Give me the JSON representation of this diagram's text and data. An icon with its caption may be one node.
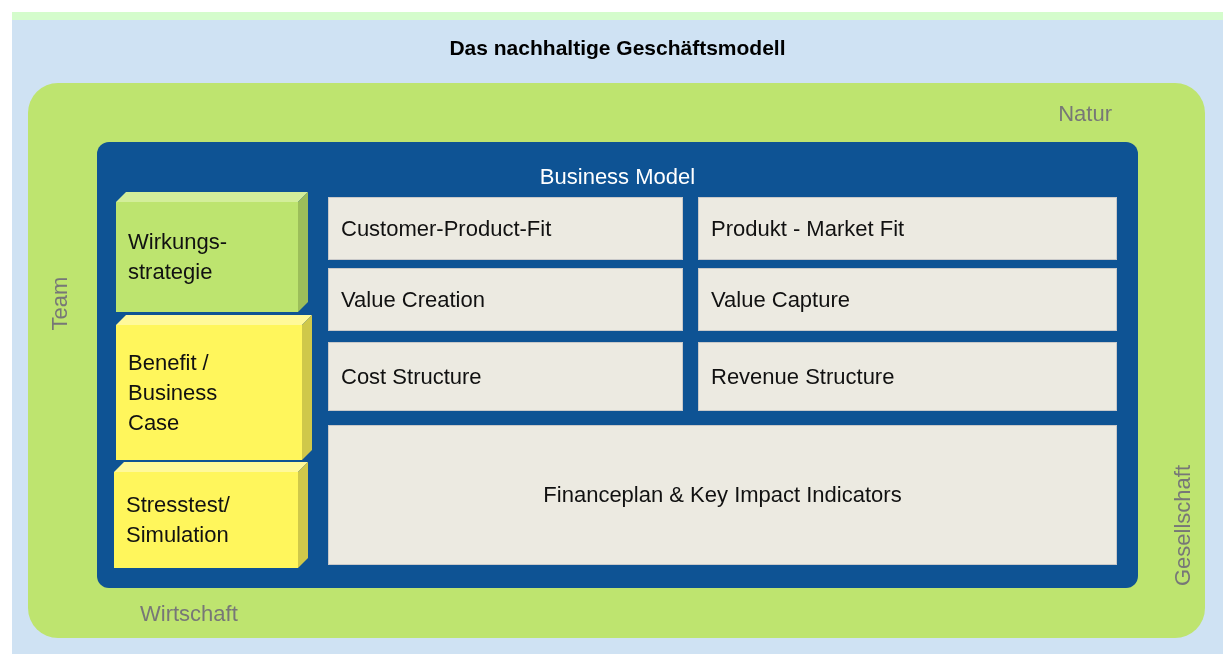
{
  "diagram": {
    "nodes": [
      {
        "text": [
          "Das nachhaltige Geschäftsmodell"
        ]
      },
      {
        "text": [
          "Natur",
          "Team",
          "Gesellschaft",
          "Wirtschaft"
        ],
        "in": 0
      },
      {
        "text": [
          "Business Model"
        ],
        "in": 1
      },
      {
        "text": [
          "Wirkungs- strategie"
        ],
        "in": 2
      },
      {
        "text": [
          "Benefit / Business Case"
        ],
        "in": 2
      },
      {
        "text": [
          "Stresstest/ Simulation"
        ],
        "in": 2
      },
      {
        "text": [
          "Customer-Product-Fit"
        ],
        "in": 2
      },
      {
        "text": [
          "Produkt - Market Fit"
        ],
        "in": 2
      },
      {
        "text": [
          "Value Creation"
        ],
        "in": 2
      },
      {
        "text": [
          "Value Capture"
        ],
        "in": 2
      },
      {
        "text": [
          "Cost Structure"
        ],
        "in": 2
      },
      {
        "text": [
          "Revenue Structure"
        ],
        "in": 2
      },
      {
        "text": [
          "Financeplan & Key Impact Indicators"
        ],
        "in": 2
      }
    ]
  }
}
